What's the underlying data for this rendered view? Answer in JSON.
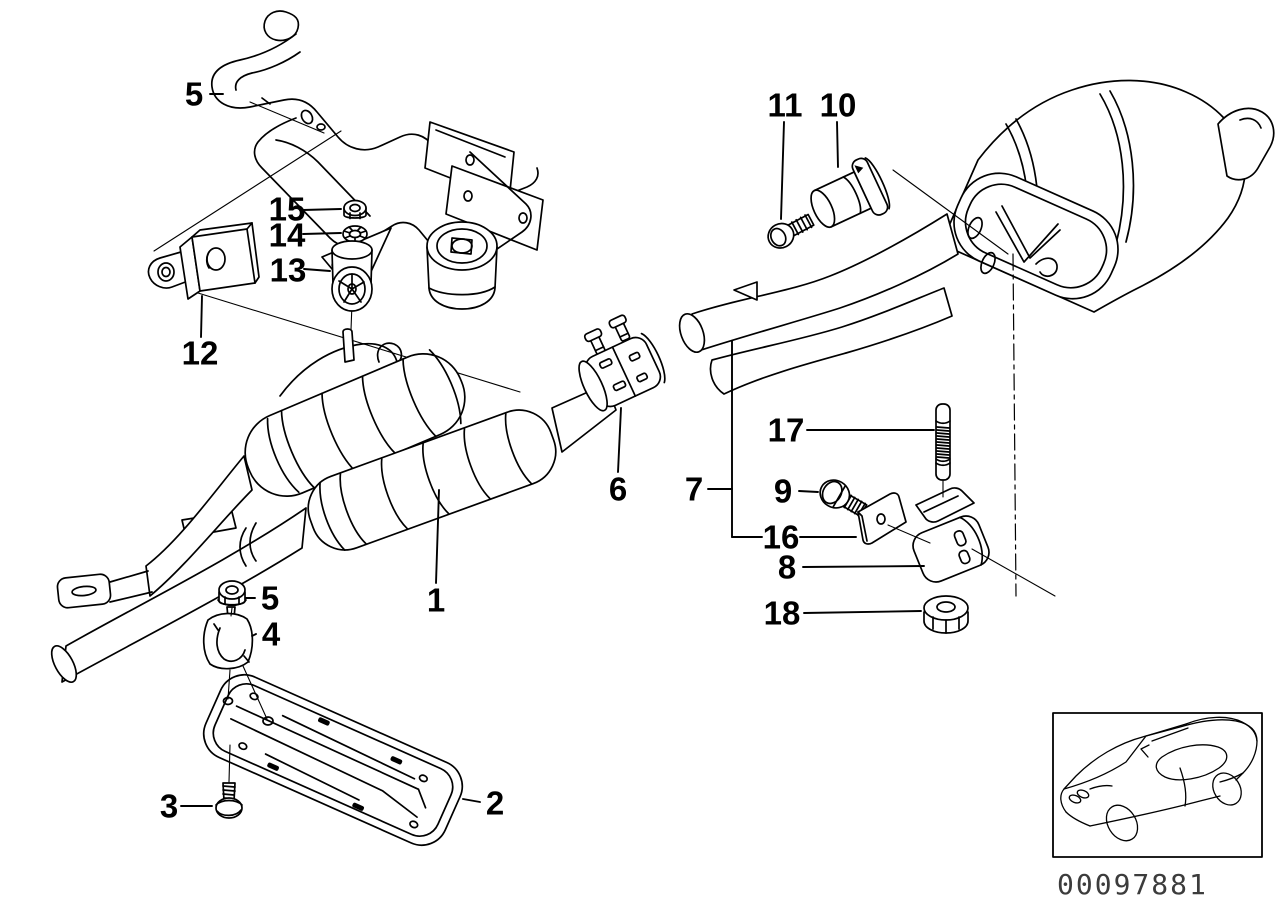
{
  "diagram": {
    "background_color": "#ffffff",
    "line_color": "#000000",
    "image_code": "00097881",
    "image_code_color": "#3c3c3c",
    "callouts": {
      "nut_heat_shield": "5",
      "hex_nut_damper": "15",
      "washer_damper": "14",
      "vibration_damper": "13",
      "bracket_front": "12",
      "front_silencer": "1",
      "clamp": "6",
      "bolt_rear": "11",
      "mounting_rear": "10",
      "stud": "17",
      "fastener_group": "7",
      "bolt_hanger": "9",
      "retaining_plate": "16",
      "rubber_mount": "8",
      "grommet": "18",
      "nut_bracket": "5",
      "clamp_bracket": "4",
      "screw": "3",
      "heat_shield_plate": "2"
    }
  }
}
